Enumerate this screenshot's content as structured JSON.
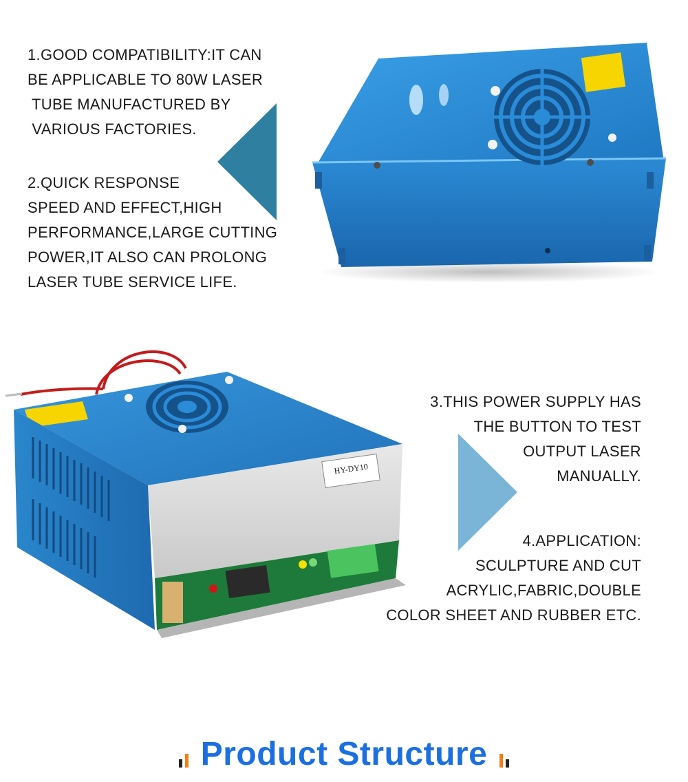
{
  "colors": {
    "title_blue": "#1b6fe0",
    "bar_orange": "#f57c12",
    "bar_dark": "#222222",
    "arrow_left": "#2f7fa0",
    "arrow_right": "#7ab4d6",
    "casing_blue": "#2d8fd6"
  },
  "feature_left": {
    "lines": [
      "1.GOOD COMPATIBILITY:IT CAN",
      "BE APPLICABLE TO 80W LASER",
      " TUBE MANUFACTURED BY",
      " VARIOUS FACTORIES.",
      "",
      "2.QUICK RESPONSE",
      "SPEED AND EFFECT,HIGH",
      "PERFORMANCE,LARGE CUTTING",
      "POWER,IT ALSO CAN PROLONG",
      "LASER TUBE SERVICE LIFE."
    ]
  },
  "feature_right": {
    "lines": [
      "3.THIS POWER SUPPLY HAS",
      "THE BUTTON TO TEST",
      "OUTPUT LASER",
      "MANUALLY.",
      "",
      "4.APPLICATION:",
      "SCULPTURE AND CUT",
      "ACRYLIC,FABRIC,DOUBLE",
      "COLOR SHEET AND RUBBER ETC."
    ]
  },
  "product_label": {
    "model": "HY-DY10"
  },
  "footer": {
    "title": "Product Structure"
  }
}
